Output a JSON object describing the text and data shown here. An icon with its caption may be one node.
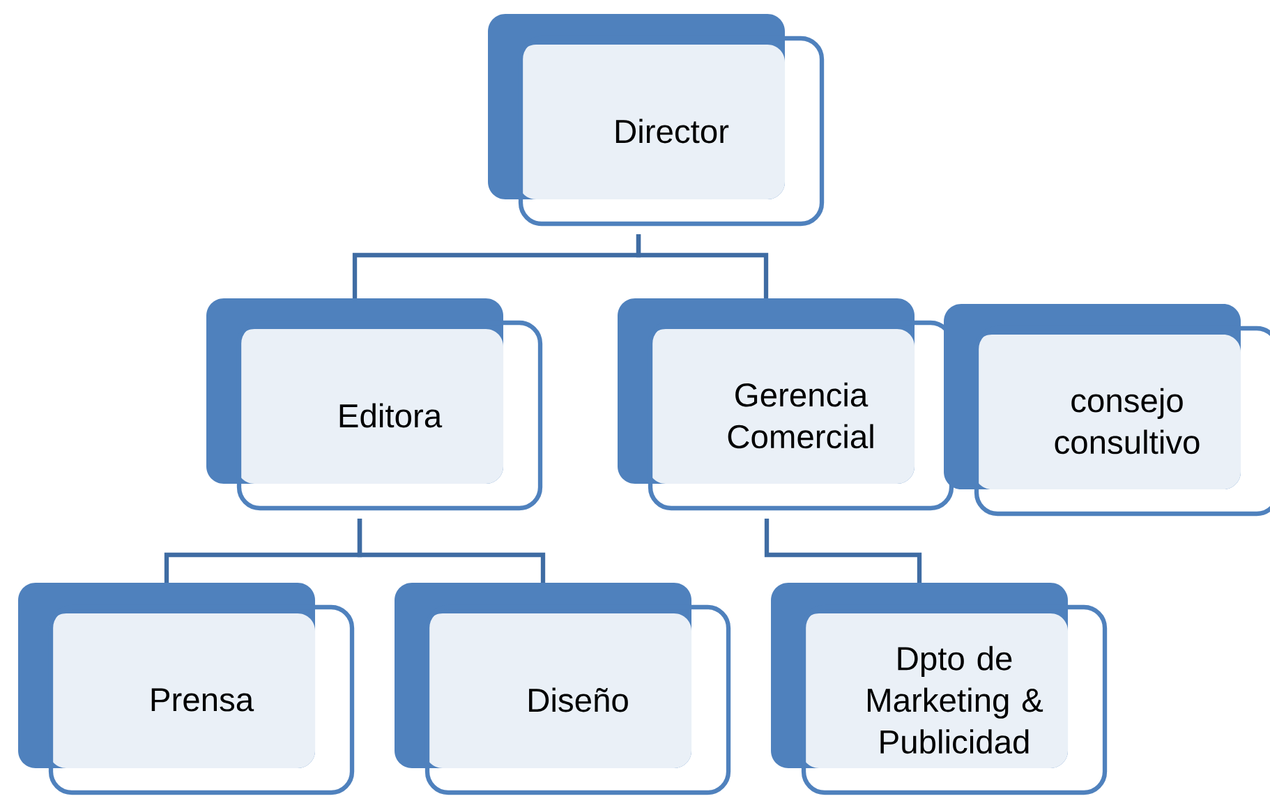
{
  "diagram": {
    "nodes": [
      {
        "text": [
          "Director"
        ]
      },
      {
        "text": [
          "Editora"
        ]
      },
      {
        "text": [
          "Gerencia Comercial"
        ]
      },
      {
        "text": [
          "consejo consultivo"
        ]
      },
      {
        "text": [
          "Prensa"
        ]
      },
      {
        "text": [
          "Diseño"
        ]
      },
      {
        "text": [
          "Dpto de Marketing & Publicidad"
        ]
      }
    ],
    "edges": [
      {
        "from": 0,
        "to": 1,
        "arrow": "none"
      },
      {
        "from": 0,
        "to": 2,
        "arrow": "none"
      },
      {
        "from": 1,
        "to": 4,
        "arrow": "none"
      },
      {
        "from": 1,
        "to": 5,
        "arrow": "none"
      },
      {
        "from": 2,
        "to": 6,
        "arrow": "none"
      }
    ]
  }
}
